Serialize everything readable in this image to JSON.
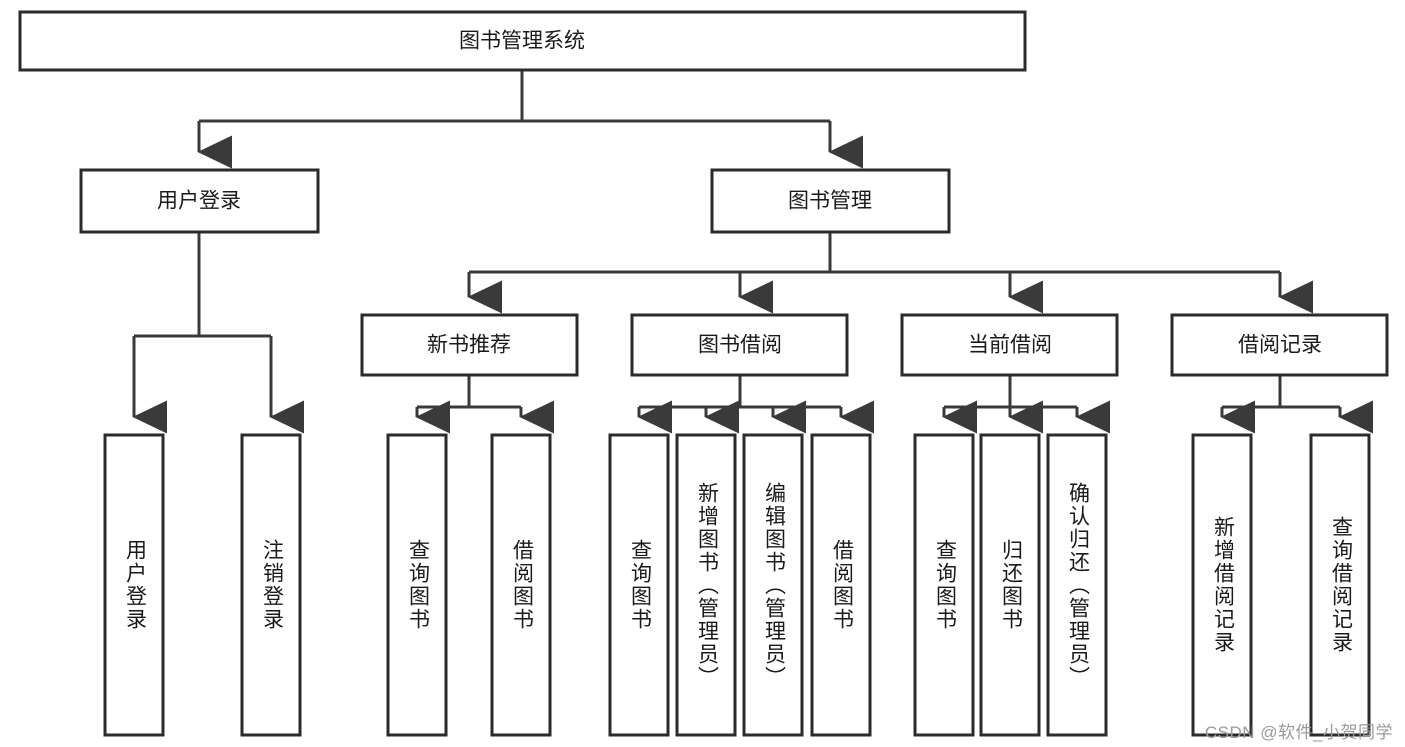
{
  "diagram": {
    "title": "图书管理系统",
    "root": {
      "label": "图书管理系统"
    },
    "level2": [
      {
        "label": "用户登录"
      },
      {
        "label": "图书管理"
      }
    ],
    "level3": [
      {
        "label": "新书推荐"
      },
      {
        "label": "图书借阅"
      },
      {
        "label": "当前借阅"
      },
      {
        "label": "借阅记录"
      }
    ],
    "leaves_user_login": [
      {
        "label": "用户登录"
      },
      {
        "label": "注销登录"
      }
    ],
    "leaves_new_book": [
      {
        "label": "查询图书"
      },
      {
        "label": "借阅图书"
      }
    ],
    "leaves_borrow": [
      {
        "label": "查询图书"
      },
      {
        "label": "新增图书（管理员）"
      },
      {
        "label": "编辑图书（管理员）"
      },
      {
        "label": "借阅图书"
      }
    ],
    "leaves_current": [
      {
        "label": "查询图书"
      },
      {
        "label": "归还图书"
      },
      {
        "label": "确认归还（管理员）"
      }
    ],
    "leaves_records": [
      {
        "label": "新增借阅记录"
      },
      {
        "label": "查询借阅记录"
      }
    ],
    "watermark": "CSDN @软件_小贺同学",
    "colors": {
      "box_stroke": "#2b2b2b",
      "connector": "#3a3a3a",
      "box_fill": "#ffffff",
      "text": "#1a1a1a",
      "watermark": "#9a9a9a",
      "background": "#ffffff"
    }
  }
}
